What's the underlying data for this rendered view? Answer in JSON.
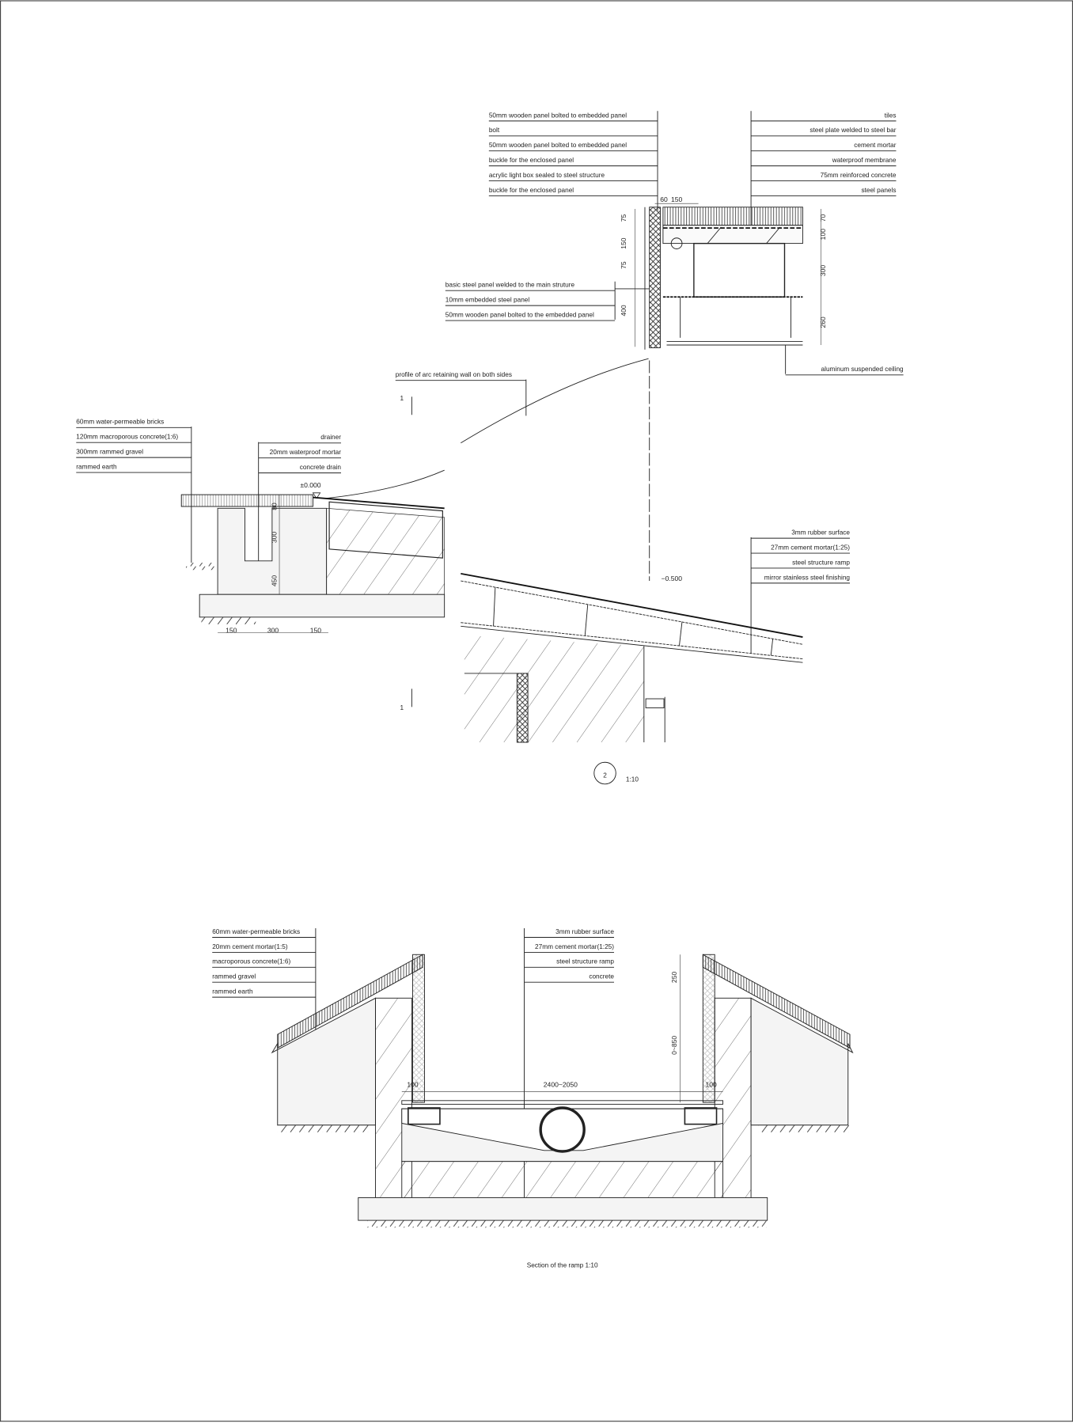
{
  "top_detail": {
    "left_labels": [
      "50mm wooden panel bolted to embedded panel",
      "bolt",
      "50mm wooden panel bolted to embedded panel",
      "buckle for the enclosed panel",
      "acrylic light box sealed to steel structure",
      "buckle for the enclosed panel"
    ],
    "right_labels": [
      "tiles",
      "steel plate welded to steel bar",
      "cement mortar",
      "waterproof membrane",
      "75mm reinforced concrete",
      "steel panels"
    ],
    "side_labels": [
      "basic steel panel welded to the main struture",
      "10mm embedded steel panel",
      "50mm wooden panel bolted to the embedded panel"
    ],
    "ceiling_label": "aluminum suspended ceiling",
    "dims_top": [
      "60",
      "150"
    ],
    "dims_left": [
      "75",
      "150",
      "75",
      "400"
    ],
    "dims_right": [
      "70",
      "100",
      "300",
      "260"
    ]
  },
  "arc_label": "profile of arc retaining wall on both sides",
  "section_marks": [
    "1",
    "1"
  ],
  "left_detail": {
    "labels": [
      "60mm water-permeable bricks",
      "120mm macroporous concrete(1:6)",
      "300mm rammed gravel",
      "rammed earth"
    ],
    "drain_labels": [
      "drainer",
      "20mm waterproof mortar",
      "concrete drain"
    ],
    "elevation": "±0.000",
    "dims_vertical": [
      "80",
      "300",
      "450"
    ],
    "dims_bottom": [
      "150",
      "300",
      "150"
    ]
  },
  "ramp": {
    "labels": [
      "3mm rubber surface",
      "27mm cement mortar(1:25)",
      "steel structure ramp",
      "mirror stainless steel finishing"
    ],
    "elevation": "−0.500"
  },
  "detail_number": "2",
  "detail_scale": "1:10",
  "bottom_section": {
    "left_labels": [
      "60mm water-permeable bricks",
      "20mm cement mortar(1:5)",
      "macroporous concrete(1:6)",
      "rammed gravel",
      "rammed earth"
    ],
    "center_labels": [
      "3mm rubber surface",
      "27mm cement mortar(1:25)",
      "steel structure ramp",
      "concrete"
    ],
    "dims": {
      "top": "250",
      "height": "0~850",
      "width": "2400~2050",
      "left_gap": "100",
      "right_gap": "100"
    },
    "title": "Section of the ramp 1:10"
  }
}
